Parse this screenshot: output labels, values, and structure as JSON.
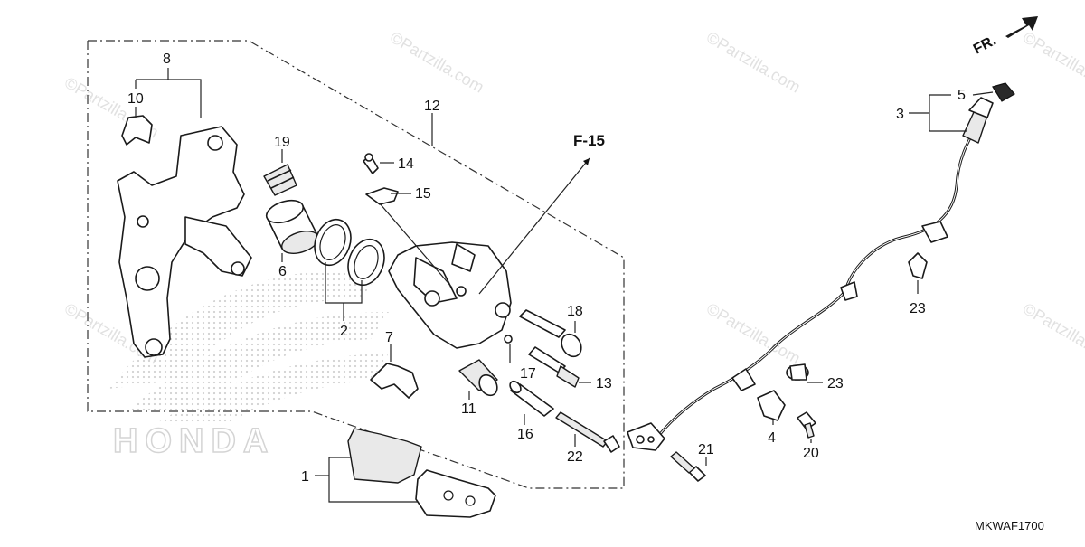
{
  "diagram": {
    "direction_label": "FR.",
    "reference_label": "F-15",
    "catalog_code": "MKWAF1700",
    "brand_watermark": "HONDA",
    "site_watermark": "©Partzilla.com",
    "callouts": {
      "c1": "1",
      "c2": "2",
      "c3": "3",
      "c4": "4",
      "c5": "5",
      "c6": "6",
      "c7": "7",
      "c8": "8",
      "c10": "10",
      "c11": "11",
      "c12": "12",
      "c13": "13",
      "c14": "14",
      "c15": "15",
      "c16": "16",
      "c17": "17",
      "c18": "18",
      "c19": "19",
      "c20": "20",
      "c21": "21",
      "c22": "22",
      "c23a": "23",
      "c23b": "23"
    }
  }
}
